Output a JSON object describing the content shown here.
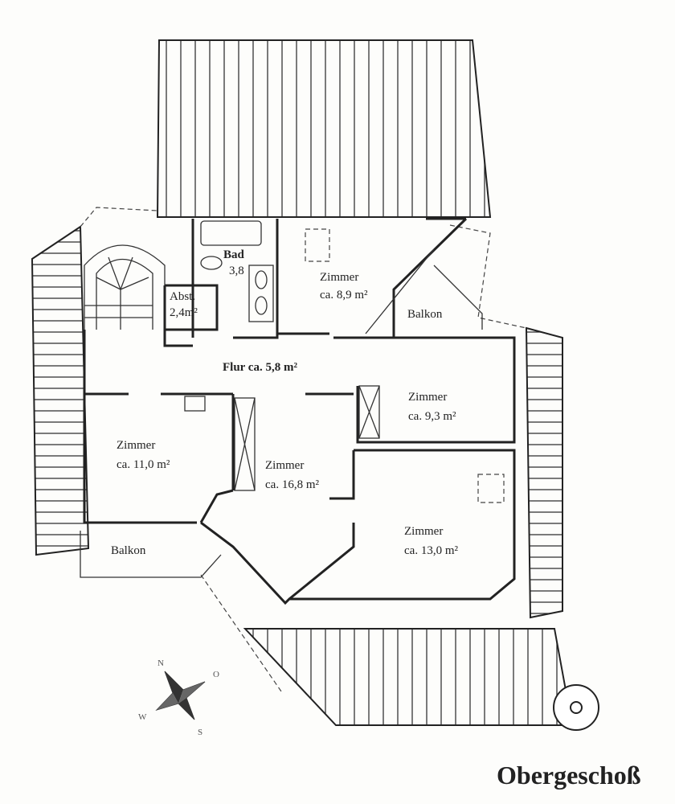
{
  "plan": {
    "title": "Obergeschoß",
    "rooms": [
      {
        "name": "Bad",
        "area": "3,8"
      },
      {
        "name": "Abst.",
        "area": "2,4m²"
      },
      {
        "name": "Zimmer",
        "area": "ca. 8,9 m²"
      },
      {
        "name": "Flur ca. 5,8 m²"
      },
      {
        "name": "Zimmer",
        "area": "ca. 9,3 m²"
      },
      {
        "name": "Zimmer",
        "area": "ca. 11,0 m²"
      },
      {
        "name": "Zimmer",
        "area": "ca. 16,8 m²"
      },
      {
        "name": "Zimmer",
        "area": "ca. 13,0 m²"
      }
    ],
    "balconies": [
      "Balkon",
      "Balkon"
    ],
    "compass": {
      "n": "N",
      "o": "O",
      "s": "S",
      "w": "W"
    }
  }
}
